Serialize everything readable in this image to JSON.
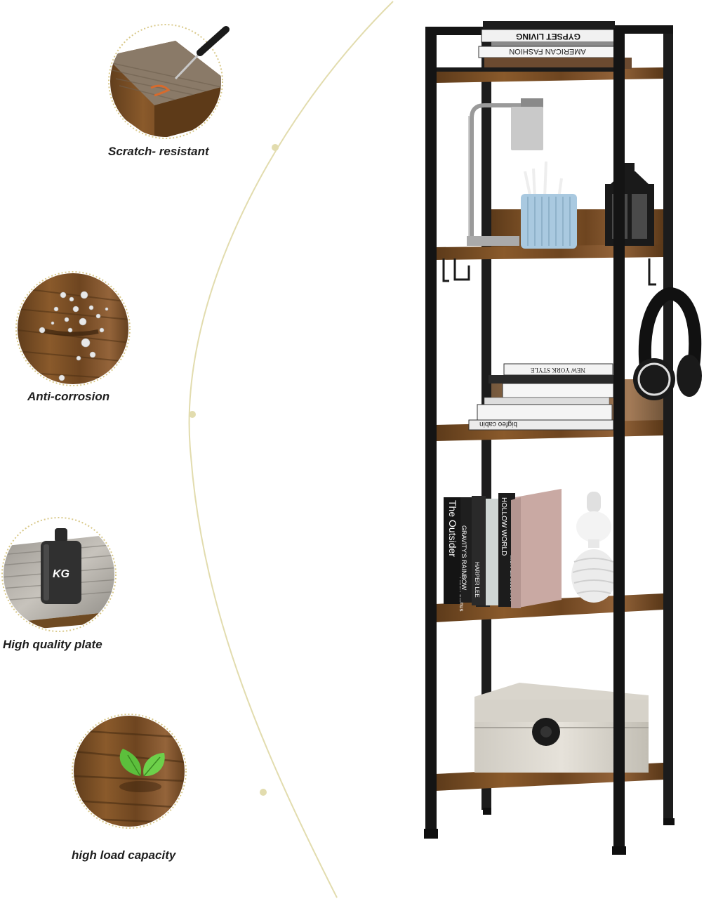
{
  "features": [
    {
      "label": "Scratch- resistant",
      "icon": "screwdriver-scratch-icon"
    },
    {
      "label": "Anti-corrosion",
      "icon": "water-droplets-icon"
    },
    {
      "label": "High quality plate",
      "icon": "kg-weight-icon"
    },
    {
      "label": "high load capacity",
      "icon": "green-leaf-icon"
    }
  ],
  "weight": {
    "text": "KG"
  },
  "books": {
    "top": [
      "GYPSET LIVING",
      "AMERICAN FASHION"
    ],
    "middle": [
      "NEW YORK STYLE",
      "bigfeo cabin"
    ],
    "lower": [
      "The Outsider",
      "Albert Camus",
      "GRAVITY'S RAINBOW",
      "HARPER LEE",
      "HOLLOW WORLD",
      "MICHAEL SULLIVAN"
    ]
  },
  "colors": {
    "accent_arc": "#e2dcae",
    "wood": "#7a4e24",
    "frame": "#141414",
    "leaf": "#5cbf3c"
  }
}
